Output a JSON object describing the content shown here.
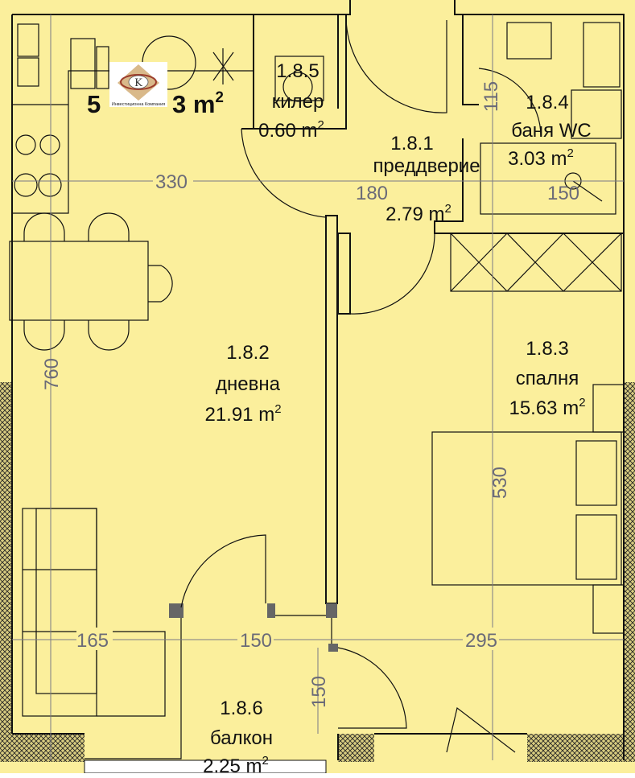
{
  "colors": {
    "floor": "#fbef9c",
    "wall_hatch": "#c9bd72",
    "text": "#111111",
    "dimension": "#6b6b78"
  },
  "logo": {
    "caption": "Инвестиционна Компания",
    "letter": "K"
  },
  "total_area": {
    "visible_start": "5",
    "visible_end": "3 m",
    "sup": "2"
  },
  "rooms": [
    {
      "id": "1.8.5",
      "name": "килер",
      "area": "0.60 m",
      "sup": "2"
    },
    {
      "id": "1.8.4",
      "name": "баня WC",
      "area": "3.03 m",
      "sup": "2"
    },
    {
      "id": "1.8.1",
      "name": "преддверие",
      "area": "2.79 m",
      "sup": "2"
    },
    {
      "id": "1.8.2",
      "name": "дневна",
      "area": "21.91 m",
      "sup": "2"
    },
    {
      "id": "1.8.3",
      "name": "спалня",
      "area": "15.63 m",
      "sup": "2"
    },
    {
      "id": "1.8.6",
      "name": "балкон",
      "area": "2.25 m",
      "sup": "2"
    }
  ],
  "dimensions": {
    "top": [
      "330",
      "180",
      "150"
    ],
    "bottom": [
      "165",
      "150",
      "295"
    ],
    "left_vertical": "760",
    "right_vertical_upper": "115",
    "right_vertical_lower": "530",
    "balcony_vertical": "150"
  }
}
